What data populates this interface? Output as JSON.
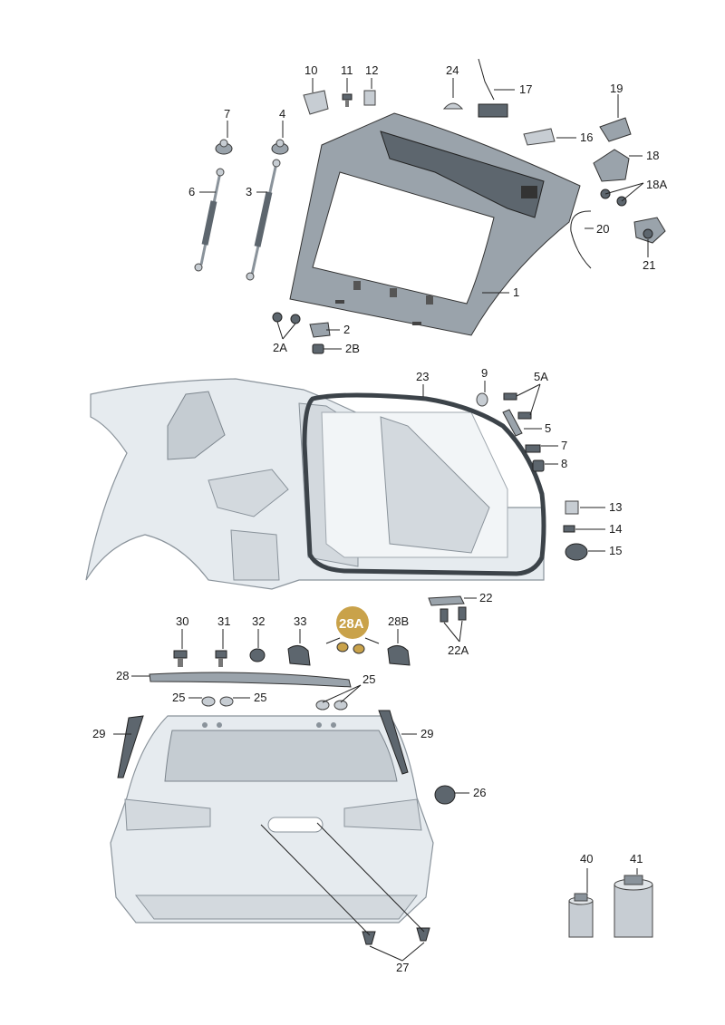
{
  "labels": {
    "l1": "1",
    "l2": "2",
    "l2A": "2A",
    "l2B": "2B",
    "l3": "3",
    "l4": "4",
    "l6": "6",
    "l7": "7",
    "l10": "10",
    "l11": "11",
    "l12": "12",
    "l16": "16",
    "l17": "17",
    "l18": "18",
    "l18A": "18A",
    "l19": "19",
    "l20": "20",
    "l21": "21",
    "l24": "24",
    "m23": "23",
    "m9": "9",
    "m5A": "5A",
    "m5": "5",
    "m7": "7",
    "m8": "8",
    "m13": "13",
    "m14": "14",
    "m15": "15",
    "m22": "22",
    "m22A": "22A",
    "n30": "30",
    "n31": "31",
    "n32": "32",
    "n33": "33",
    "n28A": "28A",
    "n28B": "28B",
    "n28": "28",
    "n25a": "25",
    "n25b": "25",
    "n25c": "25",
    "n29a": "29",
    "n29b": "29",
    "n26": "26",
    "n27": "27",
    "n40": "40",
    "n41": "41"
  },
  "colors": {
    "highlight": "#c9a24a",
    "part": "#9aa3ab",
    "car_body": "#e6ebef",
    "seal": "#3c4349"
  }
}
